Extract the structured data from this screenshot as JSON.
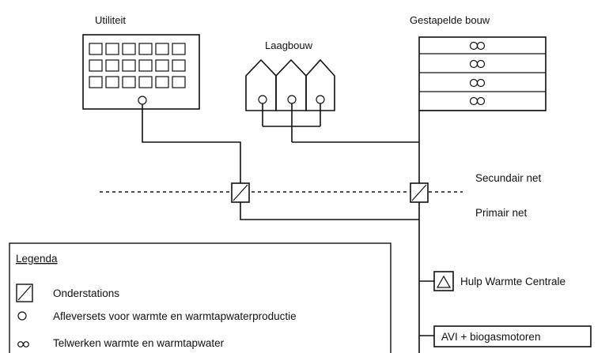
{
  "labels": {
    "utiliteit": "Utiliteit",
    "laagbouw": "Laagbouw",
    "gestapelde_bouw": "Gestapelde bouw",
    "secundair_net": "Secundair net",
    "primair_net": "Primair net",
    "hulp_warmte_centrale": "Hulp Warmte Centrale",
    "avi_biogasmotoren": "AVI + biogasmotoren"
  },
  "legend": {
    "title": "Legenda",
    "items": [
      {
        "symbol": "substation-icon",
        "text": "Onderstations"
      },
      {
        "symbol": "delivery-set-icon",
        "text": "Afleversets voor warmte en warmtapwaterproductie"
      },
      {
        "symbol": "meter-icon",
        "text": "Telwerken warmte en warmtapwater"
      }
    ]
  }
}
